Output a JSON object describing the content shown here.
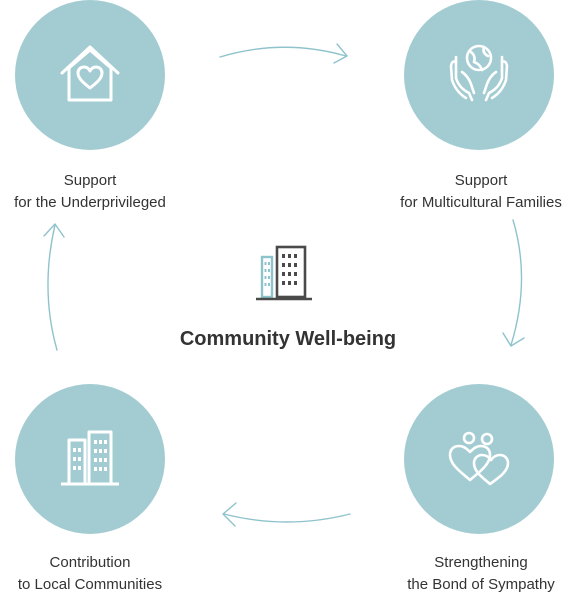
{
  "center": {
    "title": "Community Well-being",
    "icon": "building-icon"
  },
  "nodes": [
    {
      "id": "top-left",
      "icon": "house-heart-icon",
      "label_line1": "Support",
      "label_line2": "for the Underprivileged"
    },
    {
      "id": "top-right",
      "icon": "hands-globe-icon",
      "label_line1": "Support",
      "label_line2": "for Multicultural Families"
    },
    {
      "id": "bottom-right",
      "icon": "two-hearts-people-icon",
      "label_line1": "Strengthening",
      "label_line2": "the Bond of Sympathy"
    },
    {
      "id": "bottom-left",
      "icon": "building-icon",
      "label_line1": "Contribution",
      "label_line2": "to Local Communities"
    }
  ],
  "colors": {
    "circle_fill": "#a3ccd2",
    "arrow_stroke": "#8fc3cc",
    "icon_stroke": "#ffffff",
    "center_icon_dark": "#4a4a4a",
    "center_icon_accent": "#8fc3cc",
    "text": "#333333"
  }
}
